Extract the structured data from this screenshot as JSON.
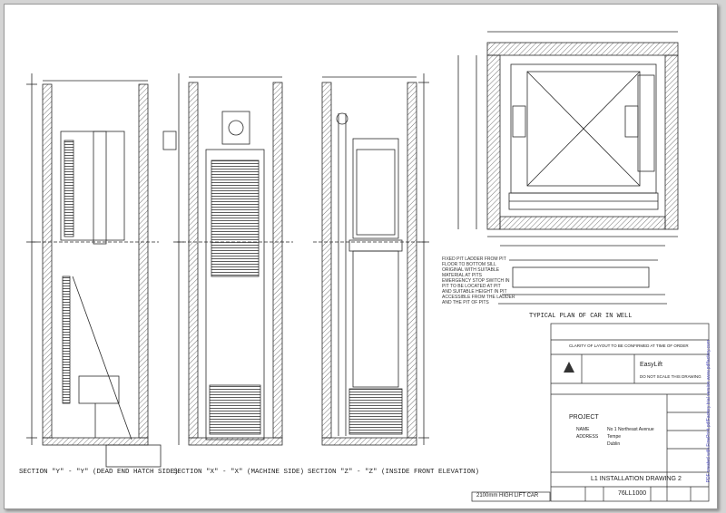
{
  "sections": {
    "yy": "SECTION \"Y\" - \"Y\" (DEAD END HATCH SIDE)",
    "xx": "SECTION \"X\" - \"X\" (MACHINE SIDE)",
    "zz": "SECTION \"Z\" - \"Z\" (INSIDE FRONT ELEVATION)"
  },
  "plan_title": "TYPICAL PLAN OF CAR IN WELL",
  "note_text": [
    "FIXED PIT LADDER FROM PIT",
    "FLOOR TO BOTTOM SILL",
    "ORIGINAL WITH SUITABLE",
    "MATERIAL AT PITS",
    "EMERGENCY STOP SWITCH IN",
    "PIT TO BE LOCATED AT PIT",
    "AND SUITABLE HEIGHT IN PIT",
    "ACCESSIBLE FROM THE LADDER",
    "AND THE PIT OF PITS"
  ],
  "title_block": {
    "top_note": "CLARITY OF LAYOUT TO BE CONFIRMED AT TIME OF ORDER",
    "company": "EasyLift",
    "scale_note": "DO NOT SCALE THIS DRAWING",
    "project_label": "PROJECT",
    "name_label": "NAME",
    "address_label": "ADDRESS",
    "address_lines": [
      "No 1 Northeast Avenue",
      "Tempe",
      "Dublin"
    ],
    "drawing_title": "L1 INSTALLATION DRAWING 2",
    "lift_car": "2100mm HIGH LIFT CAR",
    "drawing_no": "76LL1000"
  },
  "side_note": "PDF created with FinePrint pdfFactory trial version www.pdffactory.com",
  "colors": {
    "line": "#2a2a2a",
    "hatch": "#555555",
    "side_note": "#5a5ac8"
  }
}
